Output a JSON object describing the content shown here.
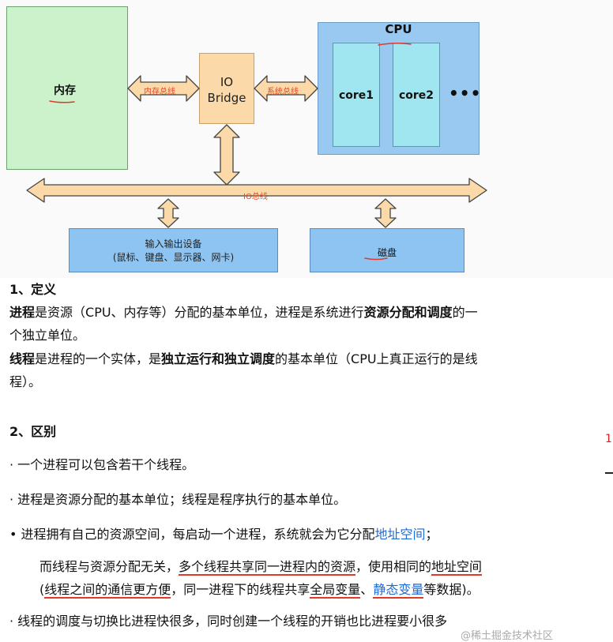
{
  "diagram": {
    "memory": "内存",
    "io_bridge_line1": "IO",
    "io_bridge_line2": "Bridge",
    "cpu": "CPU",
    "core1": "core1",
    "core2": "core2",
    "more": "•••",
    "mem_bus": "内存总线",
    "sys_bus": "系统总线",
    "io_bus": "IO总线",
    "io_device_line1": "输入输出设备",
    "io_device_line2": "(鼠标、键盘、显示器、网卡)",
    "disk": "磁盘"
  },
  "section1": {
    "heading": "1、定义",
    "p1_a": "进程",
    "p1_b": "是资源（CPU、内存等）分配的基本单位，进程是系统进行",
    "p1_c": "资源分配和调度",
    "p1_d": "的一",
    "p1_e": "个独立单位。",
    "p2_a": "线程",
    "p2_b": "是进程的一个实体，是",
    "p2_c": "独立运行和独立调度",
    "p2_d": "的基本单位（CPU上真正运行的是线",
    "p2_e": "程）。"
  },
  "section2": {
    "heading": "2、区别",
    "b1": "· 一个进程可以包含若干个线程。",
    "b2": "· 进程是资源分配的基本单位；线程是程序执行的基本单位。",
    "b3_a": "• 进程拥有自己的资源空间，每启动一个进程，系统就会为它分配",
    "b3_link": "地址空间",
    "b3_b": "；",
    "b3_l2_a": "而线程与资源分配无关，",
    "b3_l2_b": "多个线程共享同一进程内的资源",
    "b3_l2_c": "，使用相同的",
    "b3_l2_d": "地址空间",
    "b3_l3_a": "(",
    "b3_l3_b": "线程之间的通信更方便",
    "b3_l3_c": "，同一进程下的线程共享",
    "b3_l3_d": "全局变量",
    "b3_l3_e": "、",
    "b3_l3_f": "静态变量",
    "b3_l3_g": "等数据)。",
    "b4": "· 线程的调度与切换比进程快很多，同时创建一个线程的开销也比进程要小很多"
  },
  "watermark": "@稀土掘金技术社区",
  "side_mark": "1("
}
